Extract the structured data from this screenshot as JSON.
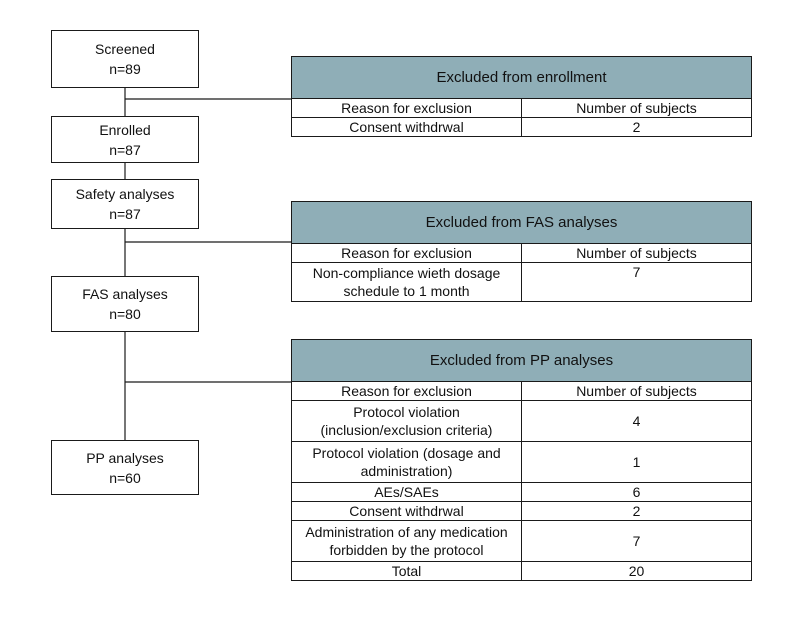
{
  "boxes": {
    "screened": {
      "label": "Screened",
      "n": "n=89"
    },
    "enrolled": {
      "label": "Enrolled",
      "n": "n=87"
    },
    "safety": {
      "label": "Safety analyses",
      "n": "n=87"
    },
    "fas": {
      "label": "FAS analyses",
      "n": "n=80"
    },
    "pp": {
      "label": "PP analyses",
      "n": "n=60"
    }
  },
  "enrollment_table": {
    "title": "Excluded from enrollment",
    "col1": "Reason for exclusion",
    "col2": "Number of subjects",
    "rows": [
      {
        "reason": "Consent withdrwal",
        "count": "2"
      }
    ]
  },
  "fas_table": {
    "title": "Excluded from FAS analyses",
    "col1": "Reason for exclusion",
    "col2": "Number of subjects",
    "rows": [
      {
        "reason": "Non-compliance wieth dosage schedule to 1 month",
        "count": "7"
      }
    ]
  },
  "pp_table": {
    "title": "Excluded from PP analyses",
    "col1": "Reason for exclusion",
    "col2": "Number of subjects",
    "rows": [
      {
        "reason": "Protocol violation (inclusion/exclusion criteria)",
        "count": "4"
      },
      {
        "reason": "Protocol violation (dosage and administration)",
        "count": "1"
      },
      {
        "reason": "AEs/SAEs",
        "count": "6"
      },
      {
        "reason": "Consent withdrwal",
        "count": "2"
      },
      {
        "reason": "Administration of any medication forbidden by the protocol",
        "count": "7"
      },
      {
        "reason": "Total",
        "count": "20"
      }
    ]
  },
  "colors": {
    "table_header": "#8faeb7",
    "line": "#1a1a1a"
  }
}
